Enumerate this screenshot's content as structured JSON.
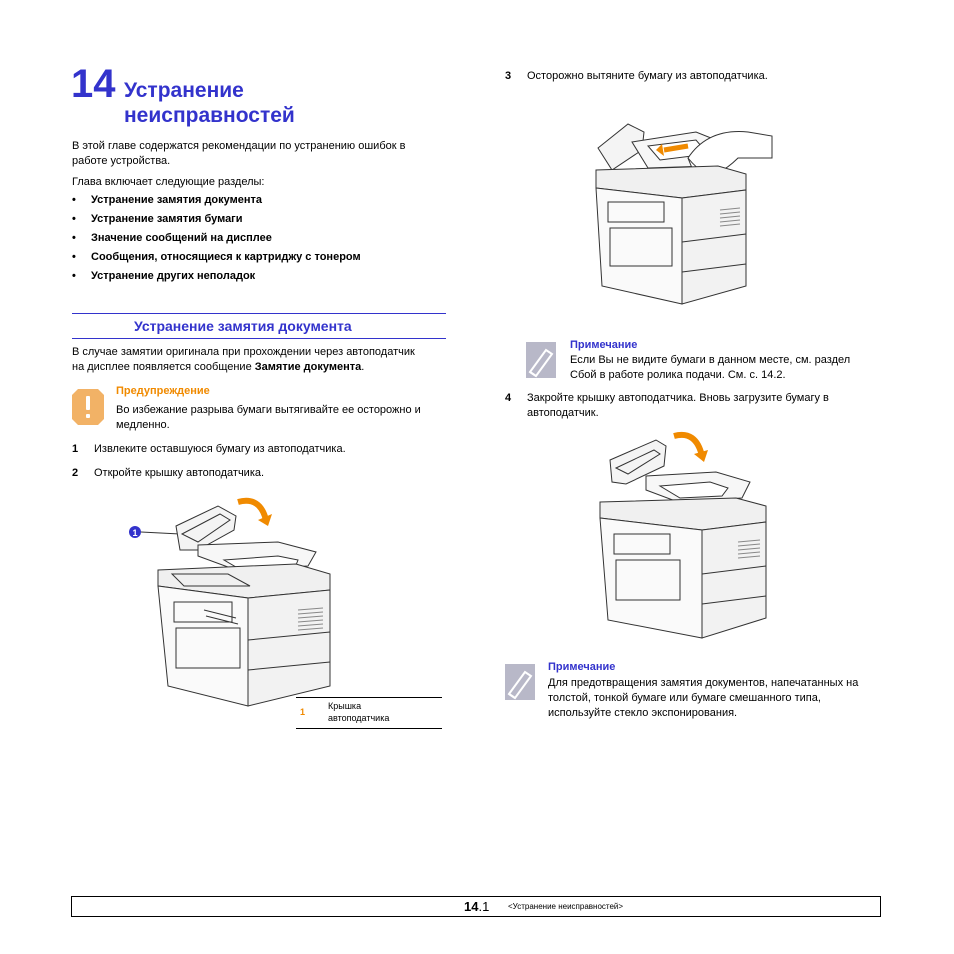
{
  "chapter": {
    "number": "14",
    "title_line1": "Устранение",
    "title_line2": "неисправностей"
  },
  "intro": {
    "p1_line1": "В этой главе содержатся рекомендации по устранению ошибок в",
    "p1_line2": "работе устройства.",
    "p2": "Глава включает следующие разделы:"
  },
  "bullets": [
    "Устранение замятия документа",
    "Устранение замятия бумаги",
    "Значение сообщений на дисплее",
    "Сообщения, относящиеся к картриджу с тонером",
    "Устранение других неполадок"
  ],
  "section": {
    "title": "Устранение замятия документа"
  },
  "section_text": {
    "line1": "В случае замятии оригинала при прохождении через автоподатчик",
    "line2_prefix": "на дисплее появляется сообщение ",
    "line2_bold": "Замятие документа",
    "line2_suffix": "."
  },
  "warning": {
    "heading": "Предупреждение",
    "line1": "Во избежание разрыва бумаги вытягивайте ее осторожно и",
    "line2": "медленно."
  },
  "steps": [
    {
      "number": "1",
      "text": "Извлеките оставшуюся бумагу из автоподатчика."
    },
    {
      "number": "2",
      "text": "Откройте крышку автоподатчика."
    },
    {
      "number": "3",
      "text": "Осторожно вытяните бумагу из автоподатчика."
    },
    {
      "number": "4",
      "line1": "Закройте крышку автоподатчика. Вновь загрузите бумагу в",
      "line2": "автоподатчик."
    }
  ],
  "callout": {
    "marker": "1",
    "label_number": "1",
    "label_line1": "Крышка",
    "label_line2": "автоподатчика"
  },
  "note1": {
    "heading": "Примечание",
    "line1": "Если Вы не видите бумаги в данном месте, см. раздел",
    "line2": "Сбой в работе ролика подачи. См. с. 14.2."
  },
  "note2": {
    "heading": "Примечание",
    "line1": "Для предотвращения замятия документов, напечатанных на",
    "line2": "толстой, тонкой бумаге или бумаге смешанного типа,",
    "line3": "используйте стекло экспонирования."
  },
  "footer": {
    "page_bold": "14",
    "page_rest": ".1",
    "section": "<Устранение неисправностей>"
  },
  "colors": {
    "heading_blue": "#3333cc",
    "warning_orange": "#f08a00",
    "warning_icon": "#f2b266",
    "note_icon": "#b8b8c8"
  }
}
